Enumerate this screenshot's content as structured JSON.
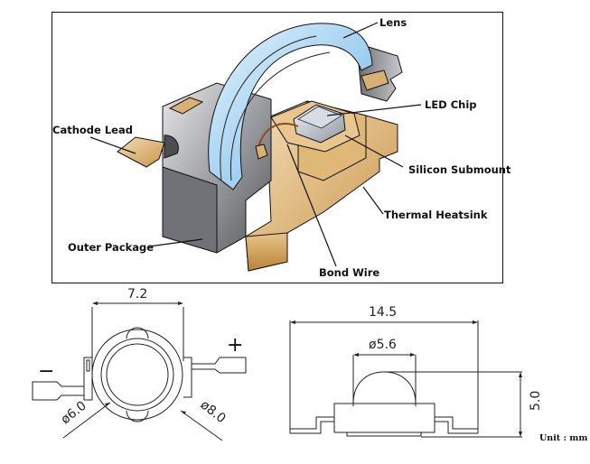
{
  "cutaway": {
    "labels": {
      "lens": "Lens",
      "led_chip": "LED Chip",
      "cathode_lead": "Cathode Lead",
      "silicon_submount": "Silicon Submount",
      "thermal_heatsink": "Thermal Heatsink",
      "outer_package": "Outer Package",
      "bond_wire": "Bond Wire"
    },
    "colors": {
      "lens": "#a9d3f0",
      "package": "#8e8e92",
      "heatsink": "#d7ad6e",
      "chip": "#c7ccd4"
    }
  },
  "top_view": {
    "width_dim": "7.2",
    "inner_dia": "ø6.0",
    "outer_dia": "ø8.0",
    "minus_sign": "−",
    "plus_sign": "+"
  },
  "side_view": {
    "length_dim": "14.5",
    "lens_dia": "ø5.6",
    "height_dim": "5.0",
    "unit_label": "Unit : mm"
  }
}
